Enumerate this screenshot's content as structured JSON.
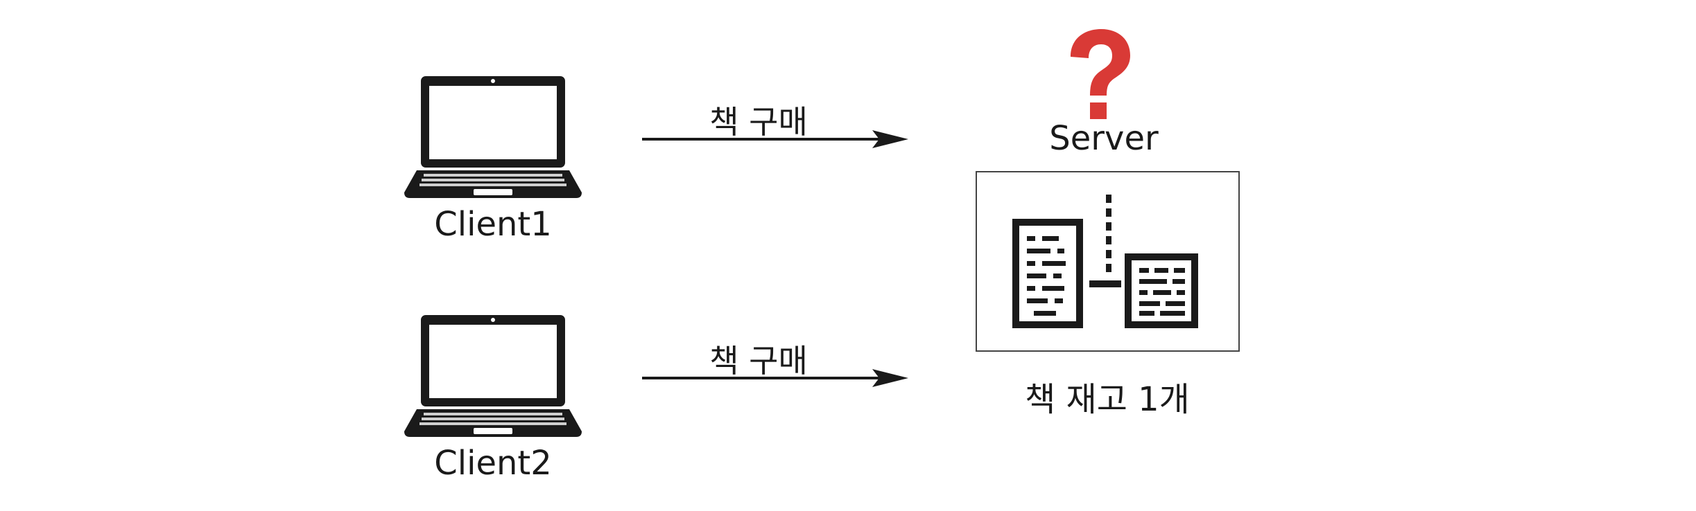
{
  "clients": [
    {
      "label": "Client1"
    },
    {
      "label": "Client2"
    }
  ],
  "requests": [
    {
      "label": "책 구매"
    },
    {
      "label": "책 구매"
    }
  ],
  "server": {
    "label": "Server",
    "stock_label": "책 재고 1개"
  },
  "icons": {
    "client": "laptop-icon",
    "server": "server-rack-icon",
    "status": "question-mark-icon"
  },
  "colors": {
    "question_mark": "#d93a36",
    "ink": "#1a1a1a"
  }
}
